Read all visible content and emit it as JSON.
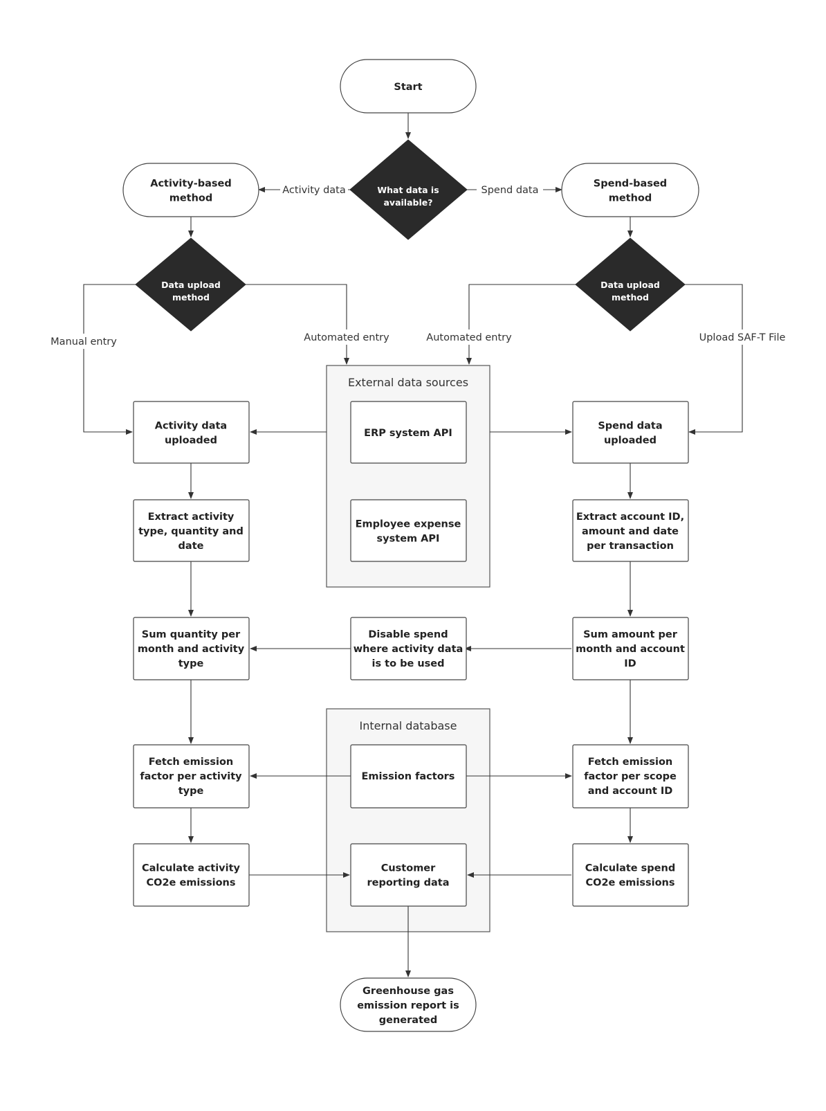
{
  "nodes": {
    "start": "Start",
    "decision_data": [
      "What data is",
      "available?"
    ],
    "activity_method": [
      "Activity-based",
      "method"
    ],
    "spend_method": [
      "Spend-based",
      "method"
    ],
    "upload_left": [
      "Data upload",
      "method"
    ],
    "upload_right": [
      "Data upload",
      "method"
    ],
    "activity_uploaded": [
      "Activity data",
      "uploaded"
    ],
    "spend_uploaded": [
      "Spend data",
      "uploaded"
    ],
    "erp_api": [
      "ERP system API"
    ],
    "expense_api": [
      "Employee expense",
      "system API"
    ],
    "extract_activity": [
      "Extract activity",
      "type, quantity and",
      "date"
    ],
    "extract_account": [
      "Extract account ID,",
      "amount and date",
      "per transaction"
    ],
    "sum_quantity": [
      "Sum quantity per",
      "month and activity",
      "type"
    ],
    "disable_spend": [
      "Disable spend",
      "where activity data",
      "is to be used"
    ],
    "sum_amount": [
      "Sum amount per",
      "month and account",
      "ID"
    ],
    "fetch_activity": [
      "Fetch emission",
      "factor per activity",
      "type"
    ],
    "emission_factors": [
      "Emission factors"
    ],
    "fetch_scope": [
      "Fetch emission",
      "factor per scope",
      "and account ID"
    ],
    "calc_activity": [
      "Calculate activity",
      "CO2e emissions"
    ],
    "customer_data": [
      "Customer",
      "reporting data"
    ],
    "calc_spend": [
      "Calculate spend",
      "CO2e emissions"
    ],
    "report": [
      "Greenhouse gas",
      "emission report is",
      "generated"
    ]
  },
  "groups": {
    "external": "External data sources",
    "internal": "Internal database"
  },
  "edge_labels": {
    "activity_data": "Activity data",
    "spend_data": "Spend data",
    "manual_entry": "Manual entry",
    "automated_entry_left": "Automated entry",
    "automated_entry_right": "Automated entry",
    "upload_saft": "Upload SAF-T File"
  }
}
